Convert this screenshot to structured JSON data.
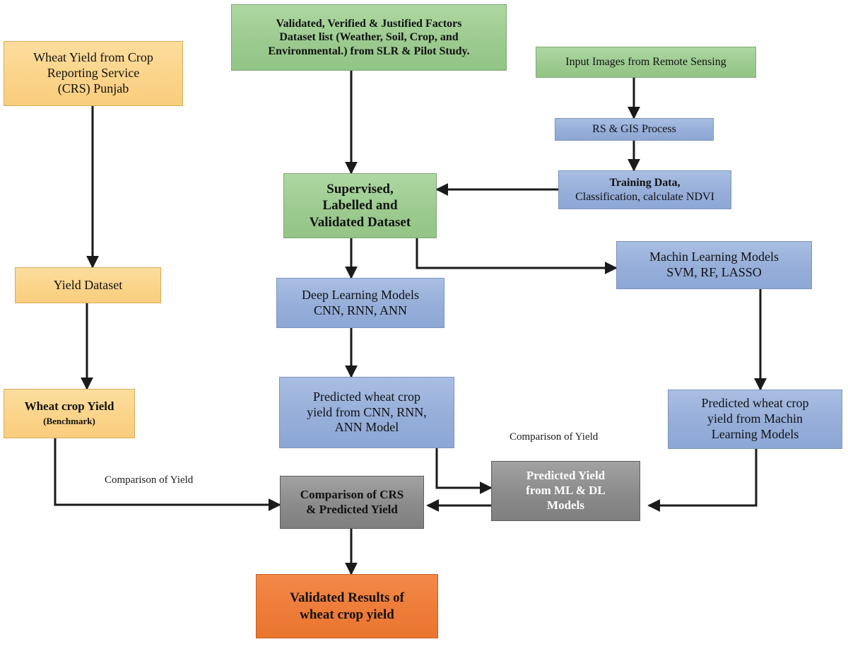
{
  "diagram": {
    "title": "Wheat crop yield prediction methodology flowchart",
    "colors": {
      "amber": "#fbd48a",
      "green": "#9ccb90",
      "blue": "#96aed9",
      "gray": "#8b8b8b",
      "orange": "#ef7e3c",
      "connector": "#1a1a1a"
    }
  },
  "nodes": {
    "crs_source": {
      "line1": "Wheat Yield from Crop",
      "line2": "Reporting Service",
      "line3": "(CRS) Punjab"
    },
    "yield_dataset": {
      "label": "Yield Dataset"
    },
    "wheat_crop_yield": {
      "line1": "Wheat crop Yield",
      "line2": "(Benchmark)"
    },
    "factors_dataset": {
      "line1": "Validated, Verified & Justified Factors",
      "line2": "Dataset list (Weather, Soil, Crop, and",
      "line3": "Environmental.) from SLR & Pilot Study."
    },
    "input_images": {
      "label": "Input Images from Remote Sensing"
    },
    "rs_gis": {
      "label": "RS & GIS Process"
    },
    "training_data": {
      "line1": "Training Data,",
      "line2": "Classification, calculate NDVI"
    },
    "supervised_dataset": {
      "line1": "Supervised,",
      "line2": "Labelled and",
      "line3": "Validated Dataset"
    },
    "deep_learning_models": {
      "line1": "Deep Learning Models",
      "line2": "CNN, RNN, ANN"
    },
    "ml_models": {
      "line1": "Machin Learning Models",
      "line2": "SVM, RF, LASSO"
    },
    "predicted_dl": {
      "line1": "Predicted wheat crop",
      "line2": "yield from CNN, RNN,",
      "line3": "ANN Model"
    },
    "predicted_ml": {
      "line1": "Predicted wheat crop",
      "line2": "yield from Machin",
      "line3": "Learning Models"
    },
    "comparison_crs": {
      "line1": "Comparison of CRS",
      "line2": "& Predicted Yield"
    },
    "predicted_yield_ml_dl": {
      "line1": "Predicted Yield",
      "line2": "from ML & DL",
      "line3": "Models"
    },
    "validated_results": {
      "line1": "Validated Results of",
      "line2": "wheat crop yield"
    }
  },
  "edge_labels": {
    "left_comparison": "Comparison of Yield",
    "right_comparison": "Comparison of Yield"
  }
}
